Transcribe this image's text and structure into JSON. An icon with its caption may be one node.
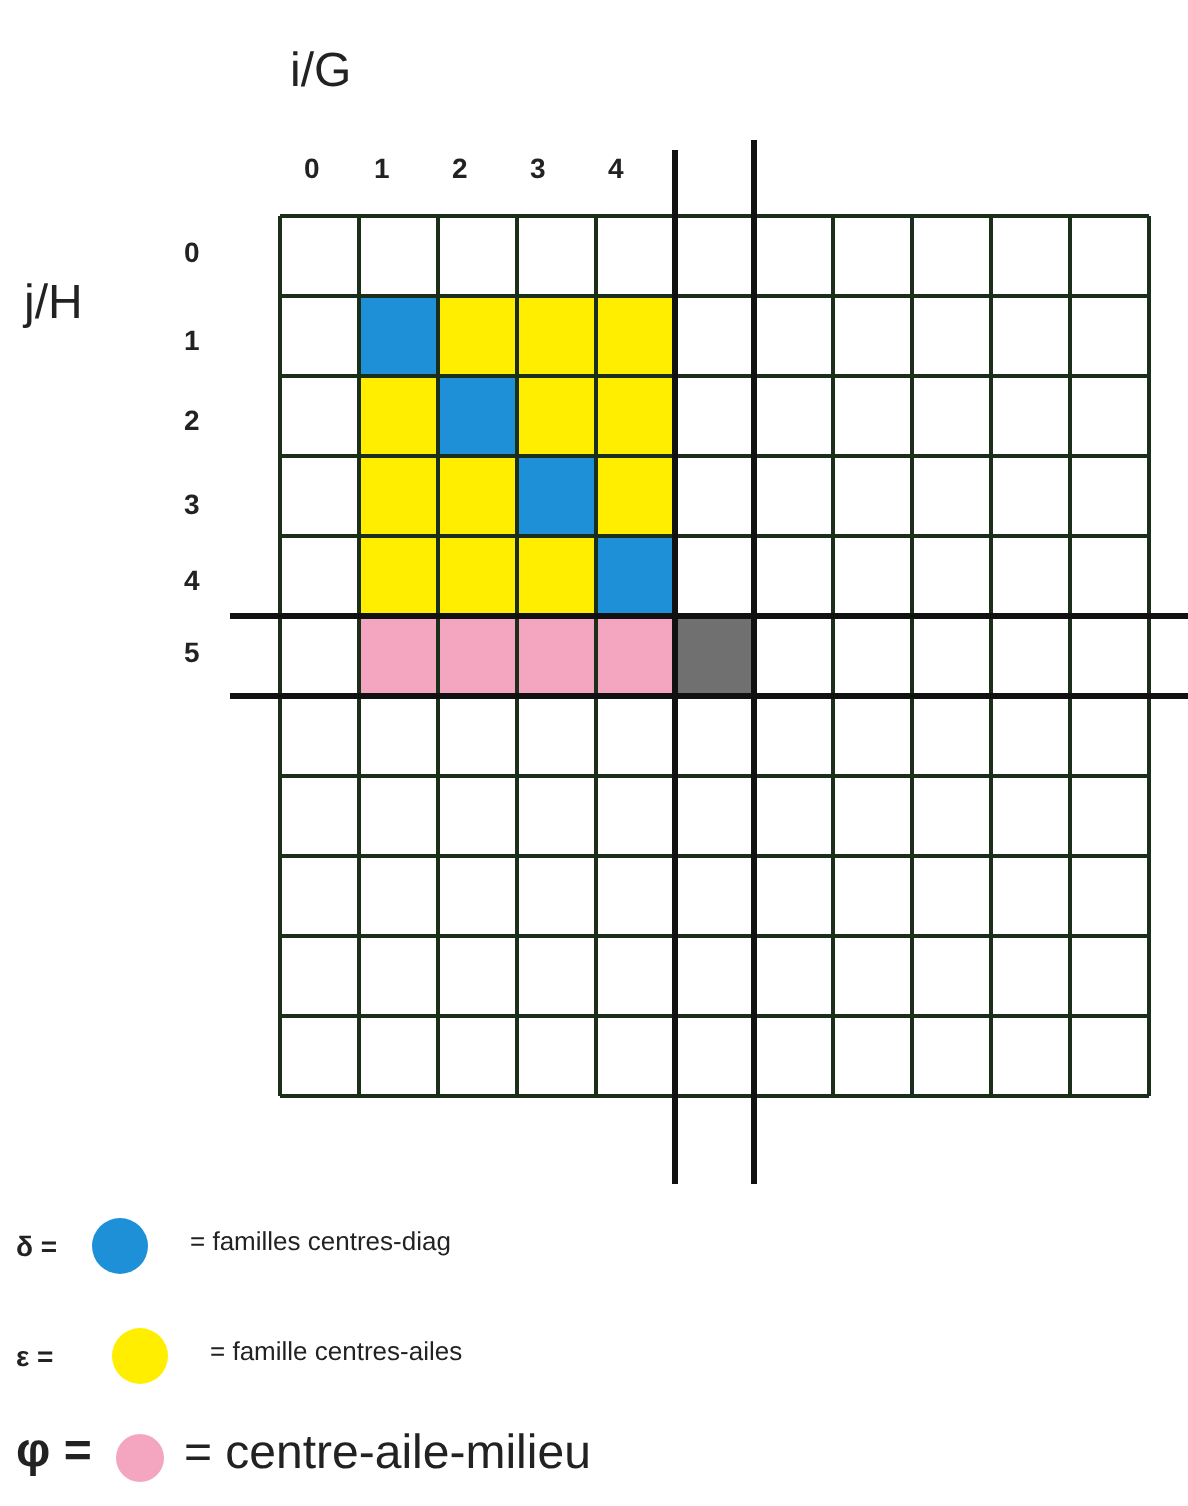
{
  "diagram": {
    "labels": [
      "i/G",
      "0",
      "1",
      "2",
      "3",
      "4",
      "j/H",
      "0",
      "1",
      "2",
      "3",
      "4",
      "5",
      "δ =",
      "ε =",
      "φ ="
    ],
    "legend": [
      {
        "text": "= familles centres-diag",
        "color": "#1e90d8"
      },
      {
        "text": "= famille centres-ailes",
        "color": "#ffee00"
      },
      {
        "text": "= centre-aile-milieu",
        "color": "#f4a6c0"
      }
    ]
  }
}
